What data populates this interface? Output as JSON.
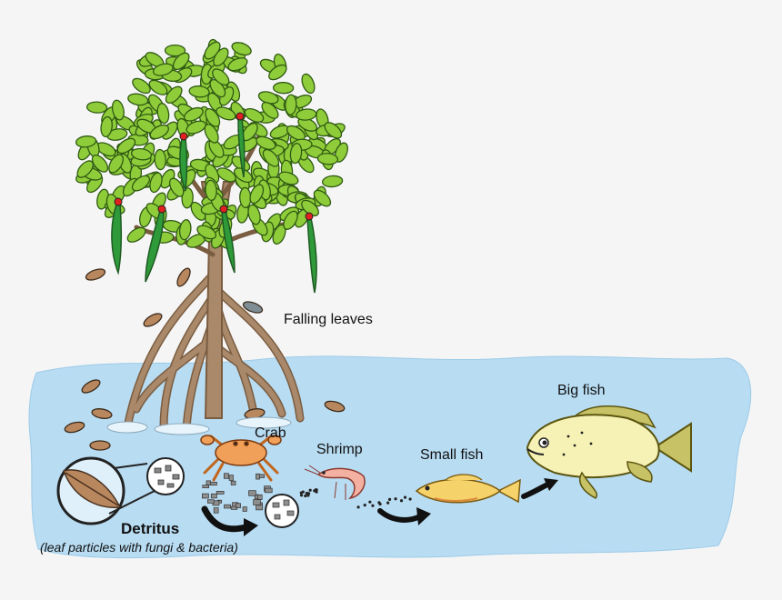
{
  "labels": {
    "falling_leaves": "Falling leaves",
    "crab": "Crab",
    "shrimp": "Shrimp",
    "small_fish": "Small fish",
    "big_fish": "Big fish",
    "detritus": "Detritus",
    "detritus_note": "(leaf particles with fungi & bacteria)"
  },
  "colors": {
    "background": "#f5f5f5",
    "water": "#b8dcf2",
    "leaf_green": "#8fcc3a",
    "trunk": "#a9896a",
    "dead_leaf": "#b8875e",
    "crab": "#f0a058",
    "shrimp": "#f4b0a0",
    "small_fish": "#f6d36a",
    "big_fish": "#f6f1b4",
    "fin": "#c8c266",
    "arrow": "#111111"
  }
}
